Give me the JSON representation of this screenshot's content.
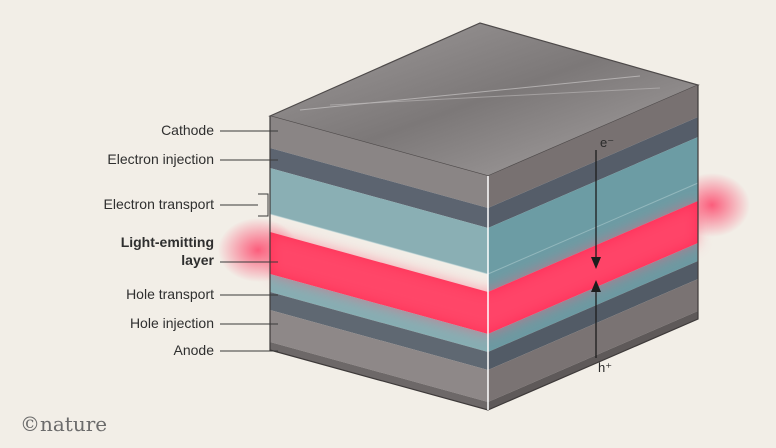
{
  "labels": {
    "cathode": "Cathode",
    "electron_injection": "Electron injection",
    "electron_transport": "Electron transport",
    "emitting_line1": "Light-emitting",
    "emitting_line2": "layer",
    "hole_transport": "Hole transport",
    "hole_injection": "Hole injection",
    "anode": "Anode"
  },
  "carriers": {
    "electron": "e⁻",
    "hole": "h⁺"
  },
  "credit": "©nature",
  "colors": {
    "background": "#f2eee7",
    "metal_top": "#8e8a8a",
    "metal_front": "#8a8585",
    "metal_side": "#777070",
    "electron_injection": "#5c6470",
    "transport_front": "#87aeb3",
    "transport_side": "#6a9aa2",
    "emission": "#ff2a55",
    "hole_injection": "#5f6872",
    "anode": "#8e8888"
  }
}
